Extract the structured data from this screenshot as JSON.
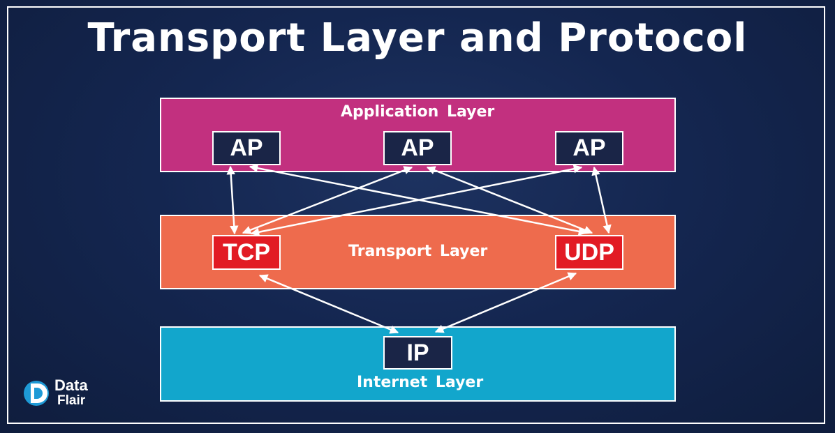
{
  "title": "Transport Layer and Protocol",
  "layers": {
    "application": {
      "label": "Application  Layer",
      "color": "#c2307f",
      "boxes": [
        "AP",
        "AP",
        "AP"
      ]
    },
    "transport": {
      "label": "Transport  Layer",
      "color": "#ee6b4d",
      "boxes": [
        "TCP",
        "UDP"
      ]
    },
    "internet": {
      "label": "Internet  Layer",
      "color": "#12a6cc",
      "boxes": [
        "IP"
      ]
    }
  },
  "edges": [
    {
      "from": "AP-1",
      "to": "TCP",
      "bidirectional": true
    },
    {
      "from": "AP-1",
      "to": "UDP",
      "bidirectional": true
    },
    {
      "from": "AP-2",
      "to": "TCP",
      "bidirectional": true
    },
    {
      "from": "AP-2",
      "to": "UDP",
      "bidirectional": true
    },
    {
      "from": "AP-3",
      "to": "TCP",
      "bidirectional": true
    },
    {
      "from": "AP-3",
      "to": "UDP",
      "bidirectional": true
    },
    {
      "from": "TCP",
      "to": "IP",
      "bidirectional": true
    },
    {
      "from": "UDP",
      "to": "IP",
      "bidirectional": true
    }
  ],
  "logo": {
    "line1": "Data",
    "line2": "Flair",
    "icon": "dataflair-d-icon",
    "accent": "#1e9ad6"
  },
  "colors": {
    "background": "#14254a",
    "node_dark": "#1a2547",
    "node_red": "#e21b24",
    "arrow": "#ffffff"
  }
}
